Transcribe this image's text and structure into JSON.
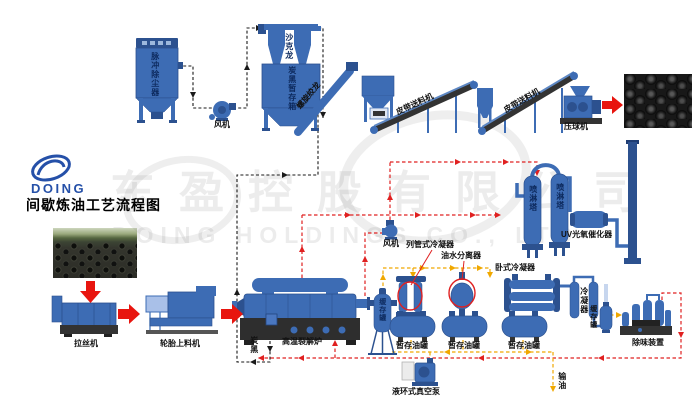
{
  "header": {
    "logo_text": "DOING",
    "title": "间歇炼油工艺流程图"
  },
  "watermark": {
    "company_cn": "东盈控股有限公司",
    "company_en": "DOING HOLDINGS CO., LTD"
  },
  "labels": {
    "pulse_dust_collector": "脉冲除尘器",
    "fan_top": "风机",
    "cyclone": "沙克龙",
    "carbon_black_storage_box": "炭黑暂存箱",
    "screw_auger": "螺旋绞龙",
    "belt_feeder_1": "皮带送料机",
    "belt_feeder_2": "皮带送料机",
    "ball_press": "压球机",
    "wire_drawing_machine": "拉丝机",
    "tire_feeder": "轮胎上料机",
    "pyrolysis_furnace": "高温裂解炉",
    "carbon_black": "炭黑",
    "fan_mid": "风机",
    "buffer_tank_furnace": "缓存罐",
    "tube_condenser": "列管式冷凝器",
    "oil_water_separator": "油水分离器",
    "oil_tank_1": "暂存油罐",
    "oil_tank_2": "暂存油罐",
    "oil_tank_3": "暂存油罐",
    "horizontal_condenser": "卧式冷凝器",
    "condenser": "冷凝器",
    "buffer_tank_right": "缓存罐",
    "deodorizer": "除味装置",
    "vacuum_pump": "液环式真空泵",
    "oil_output": "输油",
    "spray_tower_1": "喷淋塔",
    "spray_tower_2": "喷淋塔",
    "uv_catalyzer": "UV光氧催化器"
  },
  "colors": {
    "equipment_blue": "#3D6CB4",
    "equipment_dark_blue": "#2C518F",
    "machine_base_dark": "#333333",
    "gas_line_red": "#E02020",
    "oil_line_yellow": "#F0A800",
    "dust_line_black": "#1A1A1A",
    "arrow_red": "#E8150F",
    "logo_blue": "#2550A8"
  }
}
